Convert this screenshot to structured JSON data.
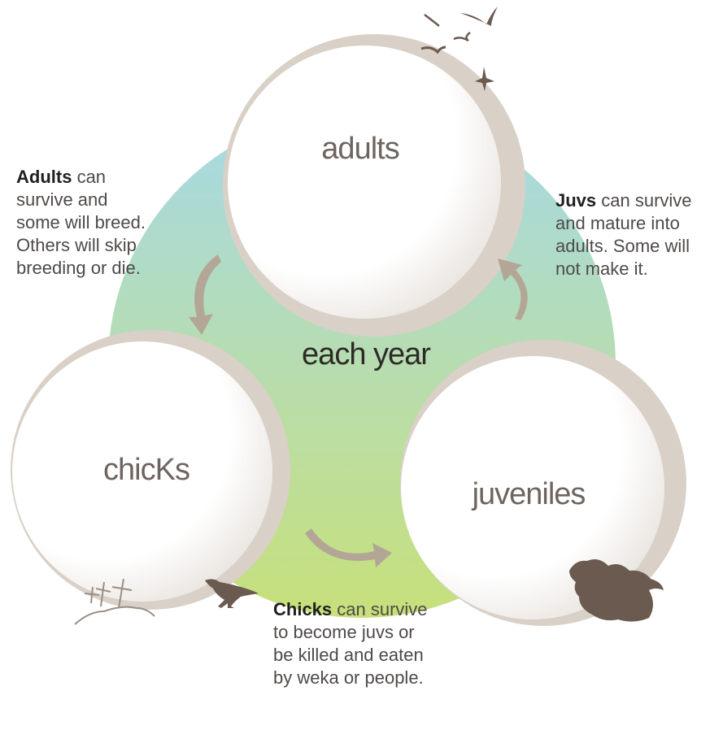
{
  "center_label": "each year",
  "stages": {
    "adults": "adults",
    "chicks": "chicKs",
    "juveniles": "juveniles"
  },
  "notes": {
    "adults": {
      "bold": "Adults",
      "lines": [
        " can",
        "survive and",
        "some will breed.",
        "Others will skip",
        "breeding or die."
      ]
    },
    "juvs": {
      "bold": "Juvs",
      "lines": [
        " can survive",
        "and mature into",
        "adults. Some will",
        "not make it."
      ]
    },
    "chicks": {
      "bold": "Chicks",
      "lines": [
        " can survive",
        "to become juvs or",
        "be killed and eaten",
        "by weka or people."
      ]
    }
  },
  "icons": [
    "birds-flying-icon",
    "crosses-icon",
    "weka-bird-icon",
    "chicks-hatching-icon"
  ],
  "colors": {
    "gradient_top": "#a6d9e6",
    "gradient_bottom": "#c7e07a",
    "circle_shadow": "#d9d0c7",
    "circle_fill": "#ffffff",
    "arrow": "#b3a696",
    "silhouette": "#6b5a50"
  }
}
